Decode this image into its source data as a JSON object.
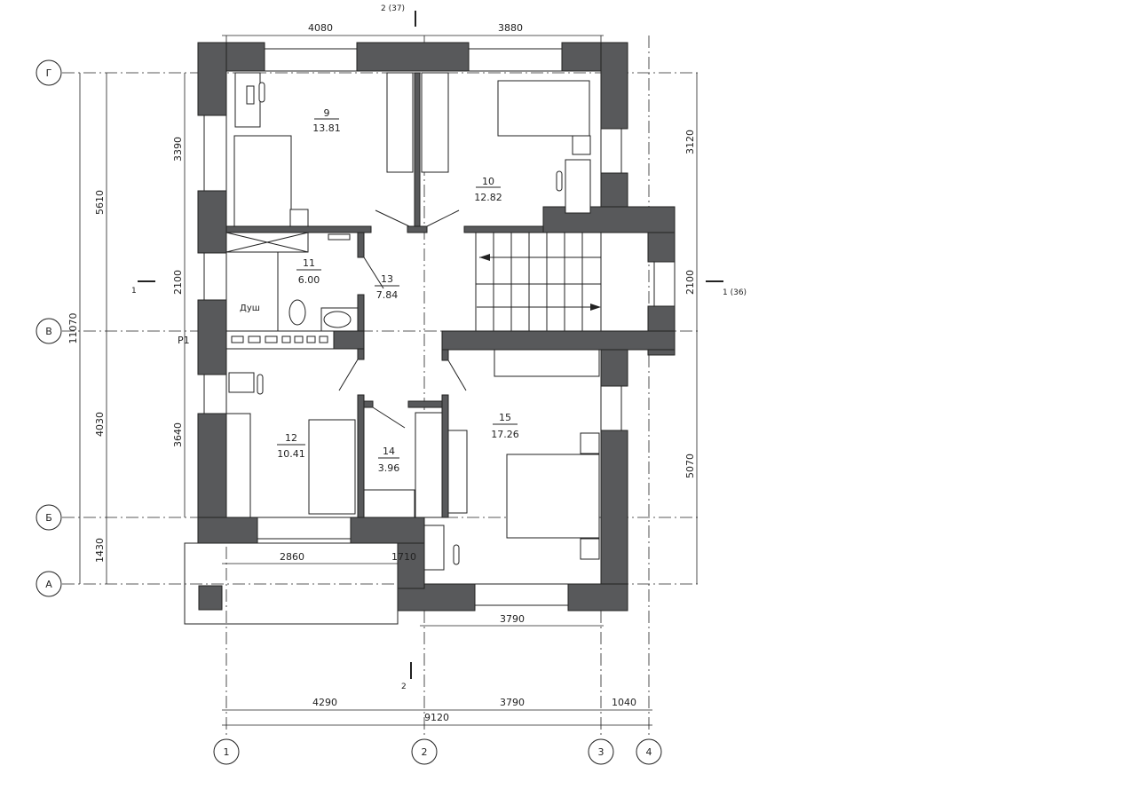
{
  "rooms": [
    {
      "number": "9",
      "area": "13.81"
    },
    {
      "number": "10",
      "area": "12.82"
    },
    {
      "number": "11",
      "area": "6.00"
    },
    {
      "number": "12",
      "area": "10.41"
    },
    {
      "number": "13",
      "area": "7.84"
    },
    {
      "number": "14",
      "area": "3.96"
    },
    {
      "number": "15",
      "area": "17.26"
    }
  ],
  "labels": {
    "shower": "Душ",
    "riser": "Р1"
  },
  "sections": {
    "top": "2 (37)",
    "bottom": "2",
    "left": "1",
    "right": "1 (36)"
  },
  "axes": {
    "rows": [
      "Г",
      "В",
      "Б",
      "А"
    ],
    "cols": [
      "1",
      "2",
      "3",
      "4"
    ]
  },
  "dimensions": {
    "top": [
      "4080",
      "3880"
    ],
    "left_outer": "11070",
    "left_mid": [
      "5610",
      "4030",
      "1430"
    ],
    "left_inner": [
      "3390",
      "2100",
      "3640"
    ],
    "right": [
      "3120",
      "2100",
      "5070"
    ],
    "bottom_inner": [
      "2860",
      "1710",
      "3790"
    ],
    "bottom_chain": [
      "4290",
      "3790",
      "1040"
    ],
    "bottom_total": "9120"
  }
}
